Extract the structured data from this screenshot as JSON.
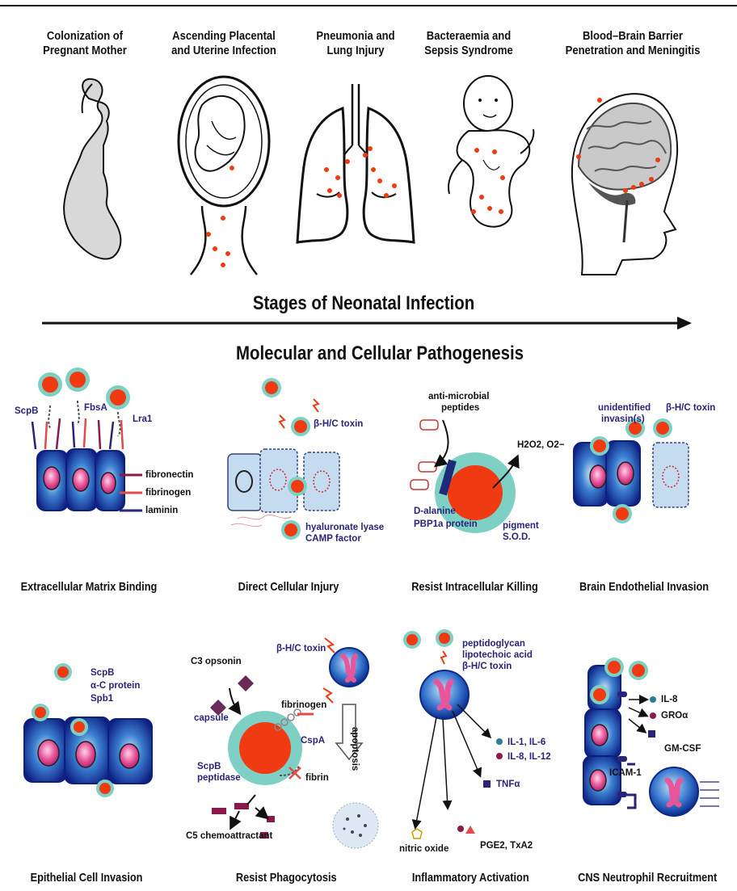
{
  "stages": [
    {
      "line1": "Colonization of",
      "line2": "Pregnant Mother"
    },
    {
      "line1": "Ascending Placental",
      "line2": "and Uterine Infection"
    },
    {
      "line1": "Pneumonia and",
      "line2": "Lung Injury"
    },
    {
      "line1": "Bacteraemia and",
      "line2": "Sepsis Syndrome"
    },
    {
      "line1": "Blood–Brain Barrier",
      "line2": "Penetration and Meningitis"
    }
  ],
  "arrow_label": "Stages of Neonatal Infection",
  "section_title": "Molecular and Cellular Pathogenesis",
  "panels": {
    "ecm": {
      "caption": "Extracellular Matrix Binding",
      "scpb": "ScpB",
      "fbsa": "FbsA",
      "lra1": "Lra1",
      "fibronectin": "fibronectin",
      "fibrinogen": "fibrinogen",
      "laminin": "laminin"
    },
    "injury": {
      "caption": "Direct Cellular Injury",
      "toxin": "β-H/C toxin",
      "lyase": "hyaluronate lyase",
      "camp": "CAMP factor"
    },
    "killing": {
      "caption": "Resist Intracellular Killing",
      "amp1": "anti-microbial",
      "amp2": "peptides",
      "ros": "H2O2, O2−",
      "dala": "D-alanine",
      "pbp": "PBP1a protein",
      "pigment": "pigment",
      "sod": "S.O.D."
    },
    "brain": {
      "caption": "Brain Endothelial Invasion",
      "inv1": "unidentified",
      "inv2": "invasin(s)",
      "toxin": "β-H/C toxin"
    },
    "epi": {
      "caption": "Epithelial Cell Invasion",
      "scpb": "ScpB",
      "alpha": "α-C protein",
      "spb1": "Spb1"
    },
    "phago": {
      "caption": "Resist Phagocytosis",
      "c3": "C3 opsonin",
      "toxin": "β-H/C toxin",
      "capsule": "capsule",
      "fibrinogen": "fibrinogen",
      "cspa": "CspA",
      "scpb1": "ScpB",
      "scpb2": "peptidase",
      "fibrin": "fibrin",
      "c5": "C5 chemoattractant",
      "apoptosis": "apoptosis"
    },
    "inflam": {
      "caption": "Inflammatory Activation",
      "pg": "peptidoglycan",
      "lta": "lipotechoic acid",
      "toxin": "β-H/C toxin",
      "il16": "IL-1, IL-6",
      "il812": "IL-8, IL-12",
      "tnf": "TNFα",
      "no": "nitric oxide",
      "pge": "PGE2, TxA2"
    },
    "cns": {
      "caption": "CNS Neutrophil Recruitment",
      "il8": "IL-8",
      "gro": "GROα",
      "gmcsf": "GM-CSF",
      "icam": "ICAM-1"
    }
  },
  "colors": {
    "bacterium": "#ef3a12",
    "bacterium_ring": "#7fd0c4",
    "cell_blue": "#1e3aa8",
    "nucleus": "#e7559b",
    "label_navy": "#2a2478"
  }
}
